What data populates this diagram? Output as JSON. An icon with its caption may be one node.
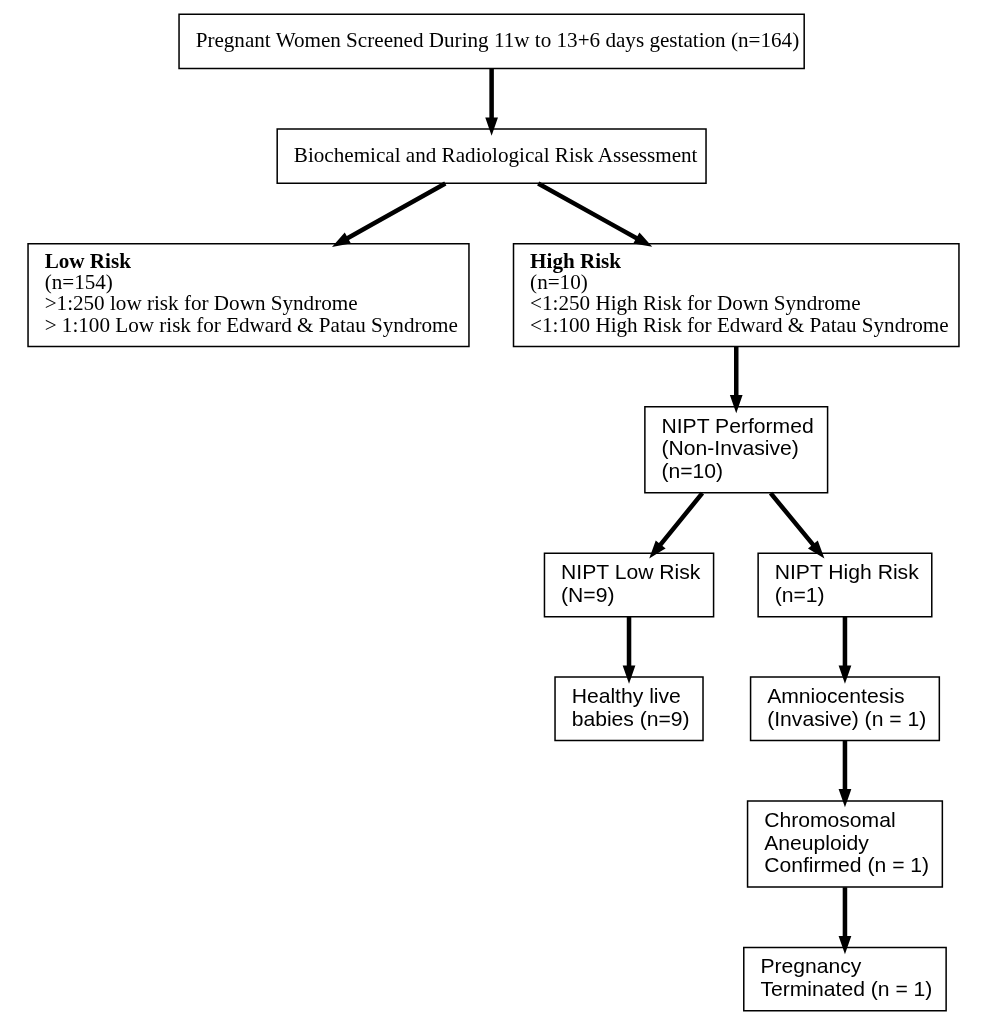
{
  "diagram": {
    "nodes": [
      {
        "text": [
          "Pregnant Women Screened During 11w to 13+6 days gestation (n=164)"
        ]
      },
      {
        "text": [
          "Biochemical and Radiological Risk Assessment"
        ]
      },
      {
        "text": [
          "Low Risk",
          "(n=154)",
          ">1:250 low risk for Down Syndrome",
          "> 1:100 Low risk for Edward & Patau Syndrome"
        ]
      },
      {
        "text": [
          "High Risk",
          "(n=10)",
          "<1:250 High Risk for Down Syndrome",
          "<1:100 High Risk for Edward & Patau Syndrome"
        ]
      },
      {
        "text": [
          "NIPT Performed (Non-Invasive) (n=10)"
        ]
      },
      {
        "text": [
          "NIPT Low Risk (N=9)"
        ]
      },
      {
        "text": [
          "NIPT High Risk (n=1)"
        ]
      },
      {
        "text": [
          "Healthy live babies (n=9)"
        ]
      },
      {
        "text": [
          "Amniocentesis (Invasive) (n = 1)"
        ]
      },
      {
        "text": [
          "Chromosomal Aneuploidy Confirmed (n = 1)"
        ]
      },
      {
        "text": [
          "Pregnancy Terminated (n = 1)"
        ]
      }
    ],
    "edges": [
      {
        "from": 0,
        "to": 1,
        "arrow": "to"
      },
      {
        "from": 1,
        "to": 2,
        "arrow": "to"
      },
      {
        "from": 1,
        "to": 3,
        "arrow": "to"
      },
      {
        "from": 3,
        "to": 4,
        "arrow": "to"
      },
      {
        "from": 4,
        "to": 5,
        "arrow": "to"
      },
      {
        "from": 4,
        "to": 6,
        "arrow": "to"
      },
      {
        "from": 5,
        "to": 7,
        "arrow": "to"
      },
      {
        "from": 6,
        "to": 8,
        "arrow": "to"
      },
      {
        "from": 8,
        "to": 9,
        "arrow": "to"
      },
      {
        "from": 9,
        "to": 10,
        "arrow": "to"
      }
    ]
  }
}
